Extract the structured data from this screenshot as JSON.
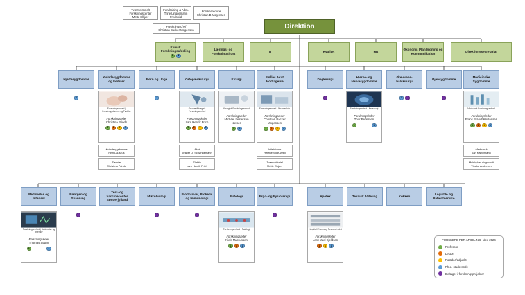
{
  "colors": {
    "professor": "#70ad47",
    "lektor": "#e46c0a",
    "postdoc": "#ffc000",
    "phd": "#5b9bd5",
    "deltager": "#7030a0",
    "direktion": "#76923c",
    "level1": "#c3d69b",
    "department": "#b9cde5"
  },
  "top": {
    "box1": [
      "Tværsektorielt",
      "Forskningscenter",
      "Mette Elkjær"
    ],
    "box2": [
      "Fundraising & Adm.",
      "Trine Linggemann",
      "Fredskild"
    ],
    "box3": [
      "Forskerservice",
      "Christian B Mogensen"
    ],
    "chief_title": "Forskningschef",
    "chief_name": "Christian Backer Mogensen",
    "direktion": "Direktion"
  },
  "level1": [
    {
      "label": "Klinisk Forskningsafdeling",
      "dots": [
        {
          "t": "1",
          "c": "professor"
        },
        {
          "t": "1",
          "c": "phd"
        }
      ]
    },
    {
      "label": "Lærings- og Forskningshust",
      "dots": []
    },
    {
      "label": "IT",
      "dots": []
    },
    {
      "label": "Kvalitet",
      "dots": []
    },
    {
      "label": "HR",
      "dots": []
    },
    {
      "label": "Økonomi, Planlægning og Kommunikation",
      "dots": []
    },
    {
      "label": "Direktionssekretariat",
      "dots": []
    }
  ],
  "departments_row1": [
    {
      "label": "Hjertesygdomme",
      "dots": [
        {
          "t": "2",
          "c": "phd"
        }
      ]
    },
    {
      "label": "Kvindesygdomme og Fødsler",
      "dots": []
    },
    {
      "label": "Børn og Unge",
      "dots": [
        {
          "t": "1",
          "c": "phd"
        }
      ]
    },
    {
      "label": "Ortopædkirurgi",
      "dots": []
    },
    {
      "label": "Kirurgi",
      "dots": []
    },
    {
      "label": "Fælles Akut Modtagelse",
      "dots": []
    },
    {
      "label": "Dagkirurgi",
      "dots": [
        {
          "t": "",
          "c": "deltager"
        }
      ]
    },
    {
      "label": "Hjerne- og Nervesygdomme",
      "dots": []
    },
    {
      "label": "Øre-næse-halskirurgi",
      "dots": [
        {
          "t": "1",
          "c": "phd"
        },
        {
          "t": "",
          "c": "deltager"
        }
      ]
    },
    {
      "label": "Øjensygdomme",
      "dots": [
        {
          "t": "",
          "c": "deltager"
        }
      ]
    },
    {
      "label": "Medicinske Sygdomme",
      "dots": []
    }
  ],
  "cards_row1": [
    {
      "caption": "Forskningsenhed | Kvindesygdomme og Fødsler",
      "lead_label": "Forskningsleder",
      "lead_name": "Christina Prinds",
      "dots": [
        {
          "t": "1",
          "c": "professor"
        },
        {
          "t": "2",
          "c": "lektor"
        },
        {
          "t": "1",
          "c": "postdoc"
        },
        {
          "t": "3",
          "c": "phd"
        }
      ],
      "subs": [
        {
          "title": "Kvindesygdomme",
          "name": "Finn Lauszus"
        },
        {
          "title": "Fødsler",
          "name": "Christina Prinds"
        }
      ]
    },
    {
      "caption": "Ortopædkirurgisk Forskningsenhed",
      "lead_label": "Forskningsleder",
      "lead_name": "Lars Henrik Frich",
      "dots": [
        {
          "t": "1",
          "c": "professor"
        },
        {
          "t": "1",
          "c": "lektor"
        },
        {
          "t": "1",
          "c": "postdoc"
        },
        {
          "t": "1",
          "c": "phd"
        }
      ],
      "subs": [
        {
          "title": "Akut",
          "name": "Jesper O. Schønnemann"
        },
        {
          "title": "Elektiv",
          "name": "Lars Henrik Frich"
        }
      ]
    },
    {
      "caption": "Kirurgisk Forskningsenhed",
      "lead_label": "Forskningsleder",
      "lead_name": "Michael Festersen Nielsen",
      "dots": [
        {
          "t": "1",
          "c": "professor"
        },
        {
          "t": "3",
          "c": "phd"
        }
      ],
      "subs": []
    },
    {
      "caption": "Forskningsenhed | Akutmedicin",
      "lead_label": "Forskningsleder",
      "lead_name": "Christian Backer Mogensen",
      "dots": [
        {
          "t": "1",
          "c": "professor"
        },
        {
          "t": "1",
          "c": "lektor"
        },
        {
          "t": "2",
          "c": "postdoc"
        },
        {
          "t": "4",
          "c": "phd"
        }
      ],
      "subs": [
        {
          "title": "Infektioner",
          "name": "Helene Skjøt-Arkil"
        },
        {
          "title": "Tværsektoriel",
          "name": "Mette Elkjær"
        }
      ]
    },
    {
      "caption": "Forskningsenhed | Neurologi",
      "lead_label": "Forskningsleder",
      "lead_name": "Thor Pedersen",
      "dots": [
        {
          "t": "1",
          "c": "professor"
        },
        {
          "t": "1",
          "c": "phd"
        }
      ],
      "subs": []
    },
    {
      "caption": "Medicinsk Forskningsenhed",
      "lead_label": "Forskningsleder",
      "lead_name": "Frans Brandt Kristensen",
      "dots": [
        {
          "t": "1",
          "c": "professor"
        },
        {
          "t": "2",
          "c": "lektor"
        },
        {
          "t": "1",
          "c": "postdoc"
        },
        {
          "t": "6",
          "c": "phd"
        }
      ],
      "subs": [
        {
          "title": "Medicinsk",
          "name": "Jan Kampmann"
        },
        {
          "title": "Molekylær diagnostik",
          "name": "Vibeke Andersen"
        }
      ]
    }
  ],
  "departments_row2": [
    {
      "label": "Bedøvelse og Intensiv",
      "dots": []
    },
    {
      "label": "Røntgen og Skanning",
      "dots": [
        {
          "t": "",
          "c": "deltager"
        }
      ]
    },
    {
      "label": "Test- og vaccinecenter Sønderjylland",
      "dots": []
    },
    {
      "label": "Mikrobiologi",
      "dots": [
        {
          "t": "",
          "c": "deltager"
        }
      ]
    },
    {
      "label": "Blodprøver, Biokemi og Immunologi",
      "dots": [
        {
          "t": "",
          "c": "deltager"
        }
      ]
    },
    {
      "label": "Patologi",
      "dots": []
    },
    {
      "label": "Ergo- og Fysioterapi",
      "dots": [
        {
          "t": "",
          "c": "deltager"
        }
      ]
    },
    {
      "label": "Apotek",
      "dots": []
    },
    {
      "label": "Teknisk Afdeling",
      "dots": []
    },
    {
      "label": "Køkken",
      "dots": []
    },
    {
      "label": "Logistik- og Patientservice",
      "dots": []
    }
  ],
  "cards_row2": [
    {
      "caption": "Forskningsenhed | Bedøvelse og Intensiv",
      "lead_label": "Forskningsleder",
      "lead_name": "Thomas Strøm",
      "dots": [
        {
          "t": "1",
          "c": "professor"
        },
        {
          "t": "1",
          "c": "phd"
        }
      ]
    },
    {
      "caption": "Forskningsenhed | Patologi",
      "lead_label": "Forskningsleder",
      "lead_name": "Niels Marcussen",
      "dots": [
        {
          "t": "1",
          "c": "professor"
        },
        {
          "t": "1",
          "c": "lektor"
        },
        {
          "t": "1",
          "c": "phd"
        }
      ]
    },
    {
      "caption": "Hospital Pharmacy Research Unit",
      "lead_label": "Forskningsleder",
      "lead_name": "Lene Juel Kjeldsen",
      "dots": [
        {
          "t": "1",
          "c": "lektor"
        },
        {
          "t": "1",
          "c": "postdoc"
        },
        {
          "t": "1",
          "c": "phd"
        }
      ]
    }
  ],
  "legend": {
    "title": "FORSKERE PER AFDELING - dec 2024",
    "items": [
      {
        "label": "Professor",
        "c": "professor"
      },
      {
        "label": "Lektor",
        "c": "lektor"
      },
      {
        "label": "Postdoc/adjunkt",
        "c": "postdoc"
      },
      {
        "label": "Ph.d.-studerende",
        "c": "phd"
      },
      {
        "label": "Deltager i forskningsprojekter",
        "c": "deltager"
      }
    ]
  }
}
